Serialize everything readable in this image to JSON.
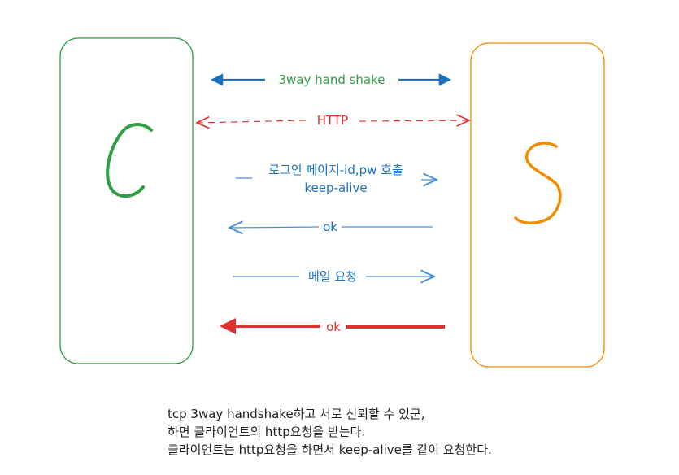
{
  "diagram": {
    "client_label": "C",
    "server_label": "S",
    "arrows": [
      {
        "label": "3way hand shake",
        "color": "#2f9e44"
      },
      {
        "label": "HTTP",
        "color": "#e03131"
      },
      {
        "label": "로그인 페이지-id,pw 호출",
        "label2": "keep-alive",
        "color": "#1971c2"
      },
      {
        "label": "ok",
        "color": "#1971c2"
      },
      {
        "label": "메일 요청",
        "color": "#1971c2"
      },
      {
        "label": "ok",
        "color": "#e03131"
      }
    ],
    "colors": {
      "client": "#2f9e44",
      "server": "#f08c00",
      "blue": "#1971c2",
      "blue_light": "#4a90d9",
      "red": "#e03131",
      "text": "#1e1e1e"
    }
  },
  "note": {
    "line1": "tcp 3way handshake하고 서로 신뢰할 수 있군,",
    "line2": "하면 클라이언트의 http요청을 받는다.",
    "line3": "클라이언트는 http요청을 하면서 keep-alive를 같이 요청한다."
  }
}
